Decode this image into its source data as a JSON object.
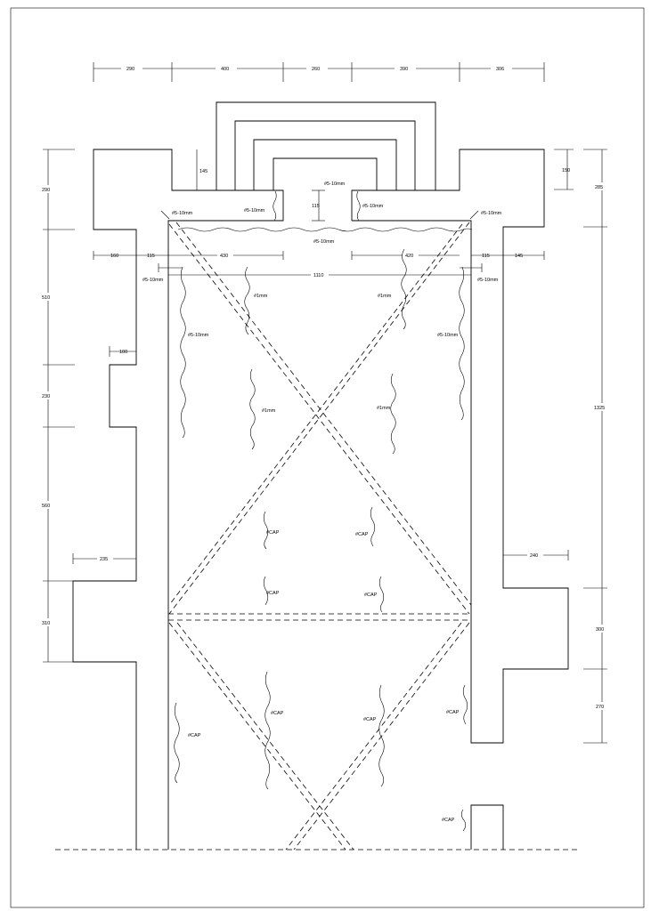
{
  "top_dims": [
    "290",
    "400",
    "260",
    "390",
    "306"
  ],
  "left_dims": [
    "290",
    "510",
    "230",
    "560",
    "310"
  ],
  "right_dims": [
    "285",
    "1325",
    "300",
    "270"
  ],
  "inner_dims": {
    "d145_top": "145",
    "d150_right": "150",
    "d115_slot": "115",
    "d160": "160",
    "d115_left": "115",
    "d430": "430",
    "d420": "420",
    "d115_right": "115",
    "d145_right": "145",
    "d1110": "1110",
    "d100": "100",
    "d235": "235",
    "d240": "240"
  },
  "labels": {
    "crack_5_10": "#5-10mm",
    "crack_1": "#1mm",
    "crack_cap": "#CAP"
  }
}
